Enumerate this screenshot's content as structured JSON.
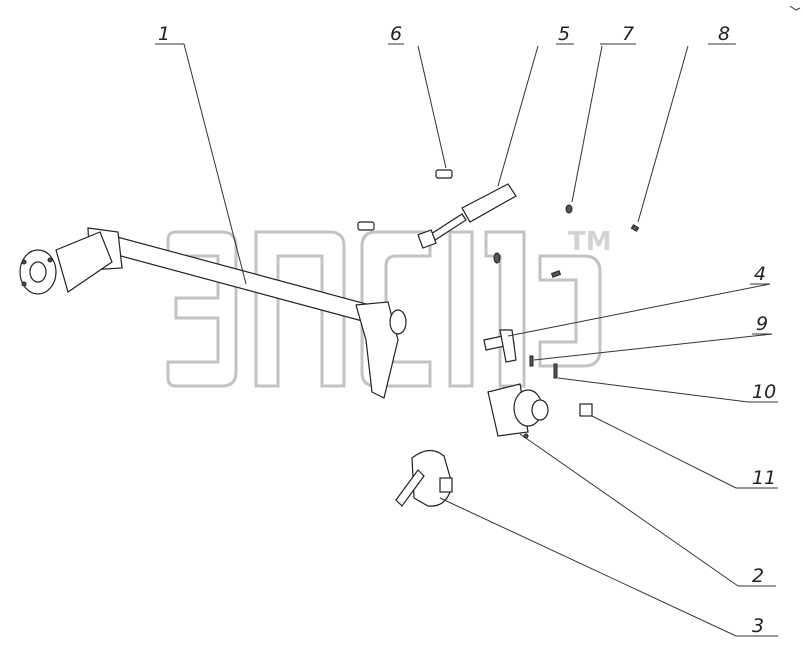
{
  "diagram": {
    "callouts": [
      {
        "id": "1",
        "label": "1"
      },
      {
        "id": "2",
        "label": "2"
      },
      {
        "id": "3",
        "label": "3"
      },
      {
        "id": "4",
        "label": "4"
      },
      {
        "id": "5",
        "label": "5"
      },
      {
        "id": "6",
        "label": "6"
      },
      {
        "id": "7",
        "label": "7"
      },
      {
        "id": "8",
        "label": "8"
      },
      {
        "id": "9",
        "label": "9"
      },
      {
        "id": "10",
        "label": "10"
      },
      {
        "id": "11",
        "label": "11"
      }
    ],
    "watermark": {
      "text": "ЭПСр",
      "trademark": "TM"
    },
    "colors": {
      "line": "#222222",
      "watermark": "#bdbdbd",
      "background": "#ffffff"
    }
  }
}
